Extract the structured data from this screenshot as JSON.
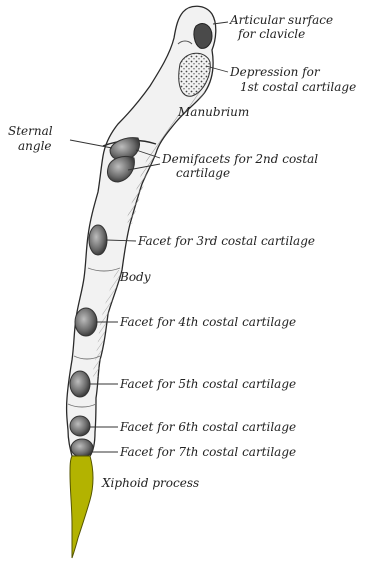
{
  "labels": {
    "articular_surface_line1": "Articular surface",
    "articular_surface_line2": "for clavicle",
    "depression_line1": "Depression for",
    "depression_line2": "1st costal cartilage",
    "manubrium": "Manubrium",
    "sternal_angle_line1": "Sternal",
    "sternal_angle_line2": "angle",
    "demifacets_line1": "Demifacets for 2nd costal",
    "demifacets_line2": "cartilage",
    "facet_3": "Facet for 3rd costal cartilage",
    "body": "Body",
    "facet_4": "Facet for 4th costal cartilage",
    "facet_5": "Facet for 5th costal cartilage",
    "facet_6": "Facet for 6th costal cartilage",
    "facet_7": "Facet for 7th costal cartilage",
    "xiphoid": "Xiphoid process"
  },
  "colors": {
    "bone_fill": "#f2f2f2",
    "bone_outline": "#2a2a2a",
    "shading": "#9a9a9a",
    "facet_fill": "#6f6f6f",
    "xiphoid_fill": "#b3b300",
    "leader_line": "#333333"
  }
}
